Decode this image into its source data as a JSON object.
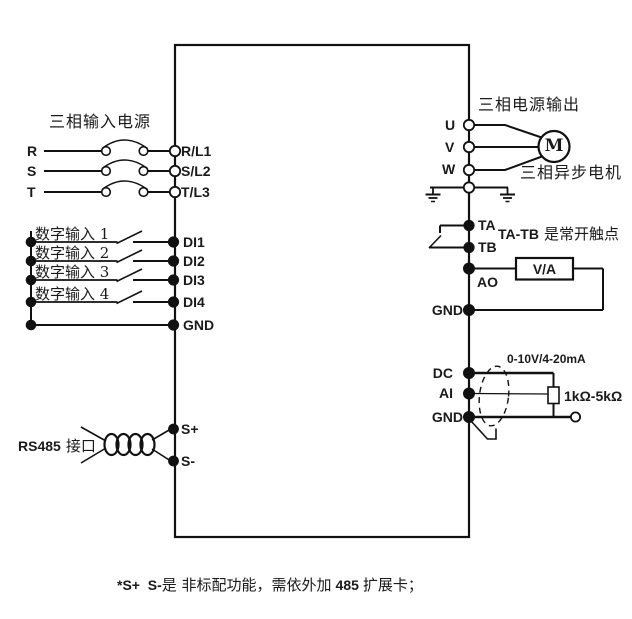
{
  "input_section": {
    "title": "三相输入电源",
    "phases": [
      "R",
      "S",
      "T"
    ],
    "terminals": [
      "R/L1",
      "S/L2",
      "T/L3"
    ]
  },
  "digital_section": {
    "inputs": [
      "数字输入 1",
      "数字输入 2",
      "数字输入 3",
      "数字输入 4"
    ],
    "terminals": [
      "DI1",
      "DI2",
      "DI3",
      "DI4"
    ],
    "gnd": "GND"
  },
  "rs485_section": {
    "label_code": "RS485",
    "label_text": "接口",
    "terminals": [
      "S+",
      "S-"
    ]
  },
  "output_section": {
    "title": "三相电源输出",
    "terminals": [
      "U",
      "V",
      "W"
    ],
    "motor_letter": "M",
    "motor_caption": "三相异步电机"
  },
  "relay_section": {
    "terminals": [
      "TA",
      "TB"
    ],
    "note_code": "TA-TB",
    "note_text": "是常开触点",
    "ao": "AO",
    "meter": "V/A",
    "gnd": "GND"
  },
  "analog_section": {
    "signal_range": "0-10V/4-20mA",
    "dc": "DC",
    "ai": "AI",
    "gnd": "GND",
    "pot_value": "1kΩ-5kΩ"
  },
  "footnote": {
    "code": "*S+  S-",
    "text1": "是 非标配功能，需依外加",
    "num": "485",
    "text2": "扩展卡；"
  }
}
